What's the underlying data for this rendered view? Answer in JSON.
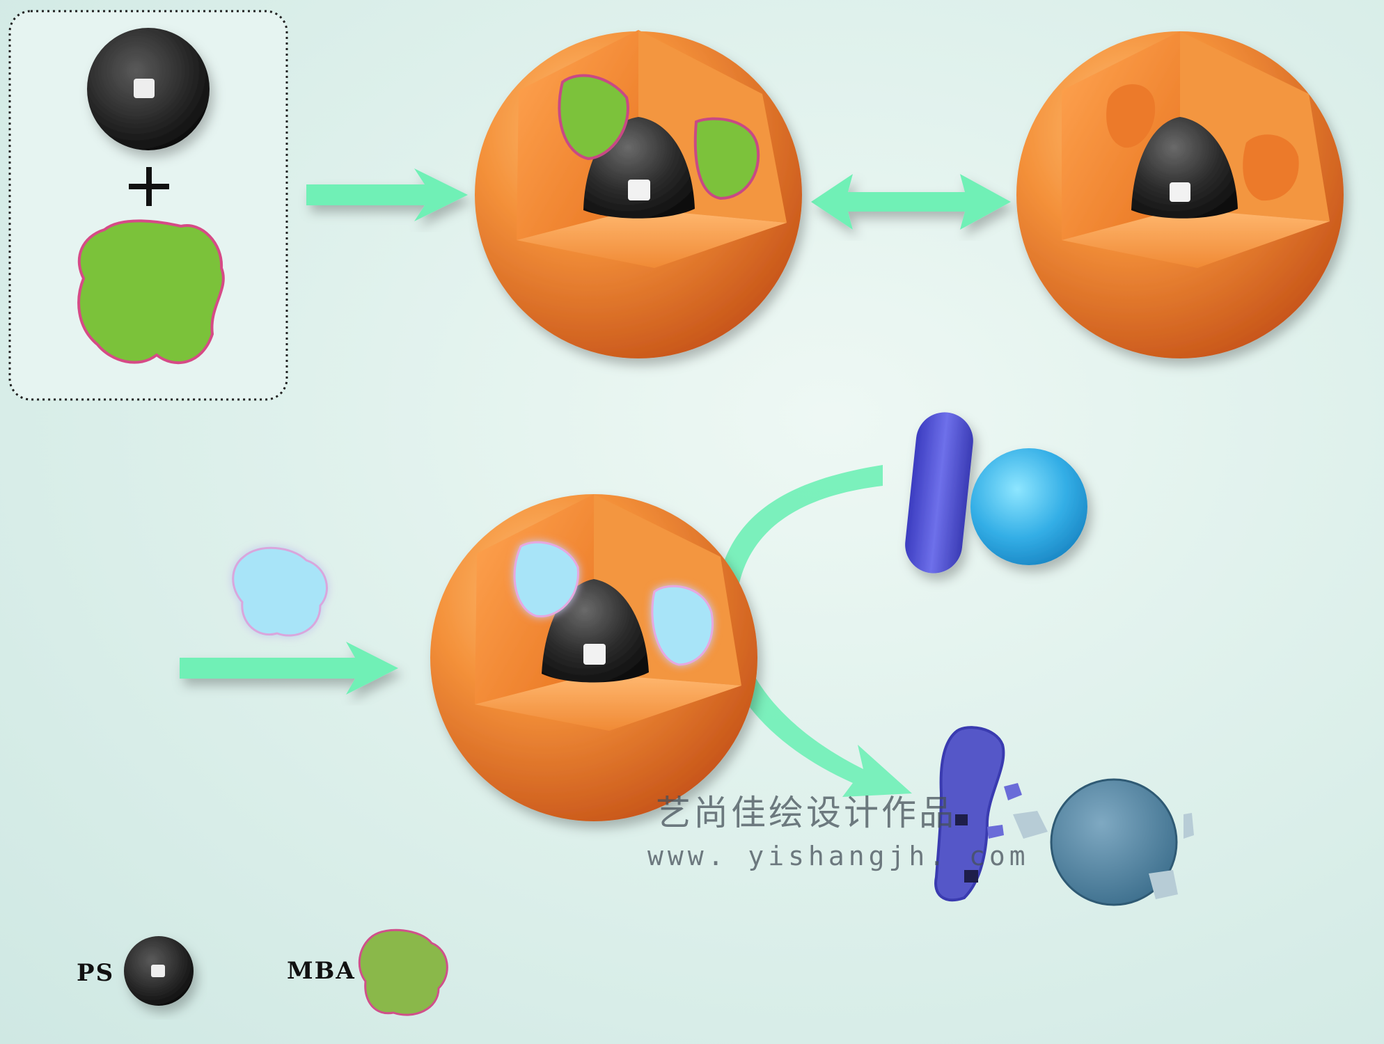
{
  "legend": {
    "ps_label": "PS",
    "mba_label": "MBA"
  },
  "watermark": {
    "name": "艺尚佳绘设计作品",
    "url": "www. yishangjh. com"
  },
  "icons": {
    "plus": "plus-icon",
    "arrows": [
      "right-arrow-icon",
      "double-arrow-icon",
      "right-arrow-icon",
      "curved-arrow-icon"
    ]
  },
  "colors": {
    "shell": "#f08a2c",
    "core": "#2b2b2b",
    "arrow": "#6ff0b6",
    "bacteria_rod": "#5a5bd6",
    "bacteria_cocci": "#3fb6e8"
  }
}
